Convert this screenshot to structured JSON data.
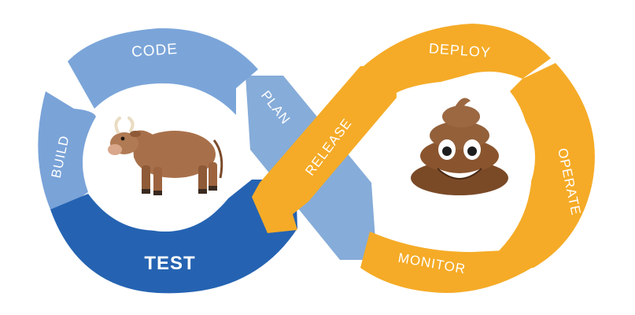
{
  "diagram": {
    "left_loop": {
      "stages": {
        "code": "CODE",
        "build": "BUILD",
        "test": "TEST",
        "plan": "PLAN"
      },
      "emoji": "cow"
    },
    "right_loop": {
      "stages": {
        "release": "RELEASE",
        "deploy": "DEPLOY",
        "operate": "OPERATE",
        "monitor": "MONITOR"
      },
      "emoji": "pile-of-poo"
    }
  },
  "colors": {
    "light_blue": "#7ca6d9",
    "mid_blue": "#5e93d2",
    "dark_blue": "#2464b3",
    "orange": "#f6ae2d",
    "orange_dark": "#ee9d16",
    "white": "#ffffff"
  }
}
